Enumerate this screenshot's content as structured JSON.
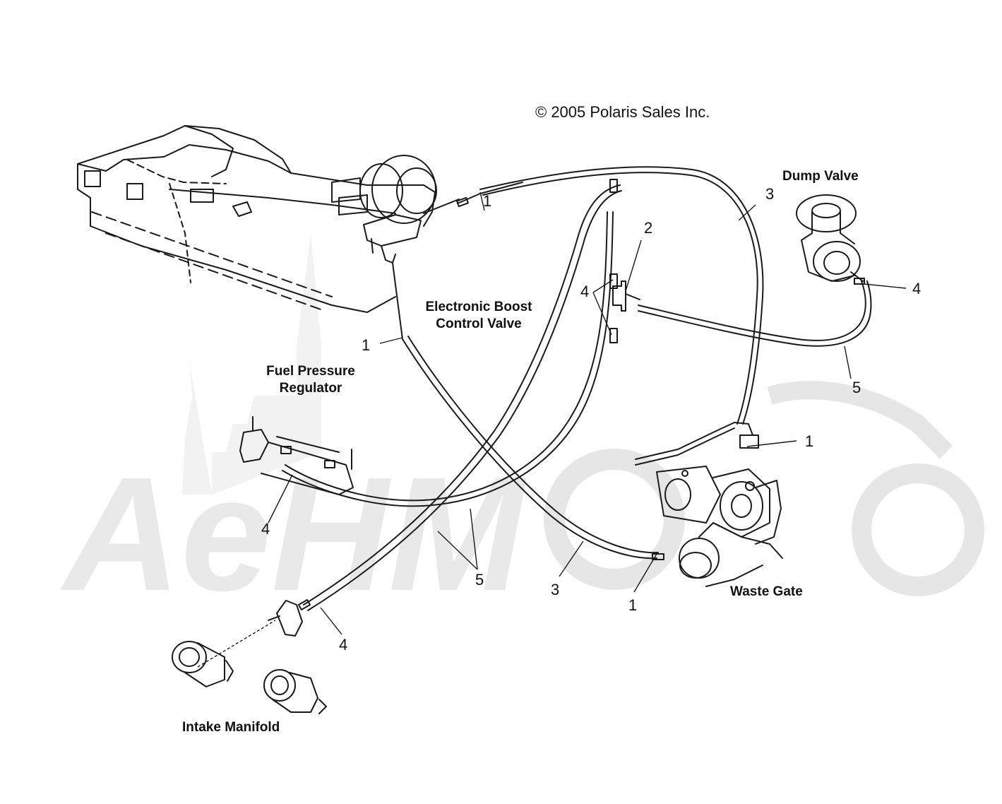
{
  "copyright": "© 2005 Polaris Sales Inc.",
  "labels": {
    "dump_valve": "Dump Valve",
    "boost_valve_line1": "Electronic Boost",
    "boost_valve_line2": "Control Valve",
    "fpr_line1": "Fuel Pressure",
    "fpr_line2": "Regulator",
    "waste_gate": "Waste Gate",
    "intake_manifold": "Intake Manifold"
  },
  "callouts": {
    "c1a": "1",
    "c1b": "1",
    "c1c": "1",
    "c1d": "1",
    "c2": "2",
    "c3a": "3",
    "c3b": "3",
    "c4a": "4",
    "c4b": "4",
    "c4c": "4",
    "c4d": "4",
    "c5a": "5",
    "c5b": "5"
  },
  "watermark": "AeHMoto",
  "colors": {
    "line": "#1a1a1a",
    "watermark": "#e6e6e6"
  }
}
